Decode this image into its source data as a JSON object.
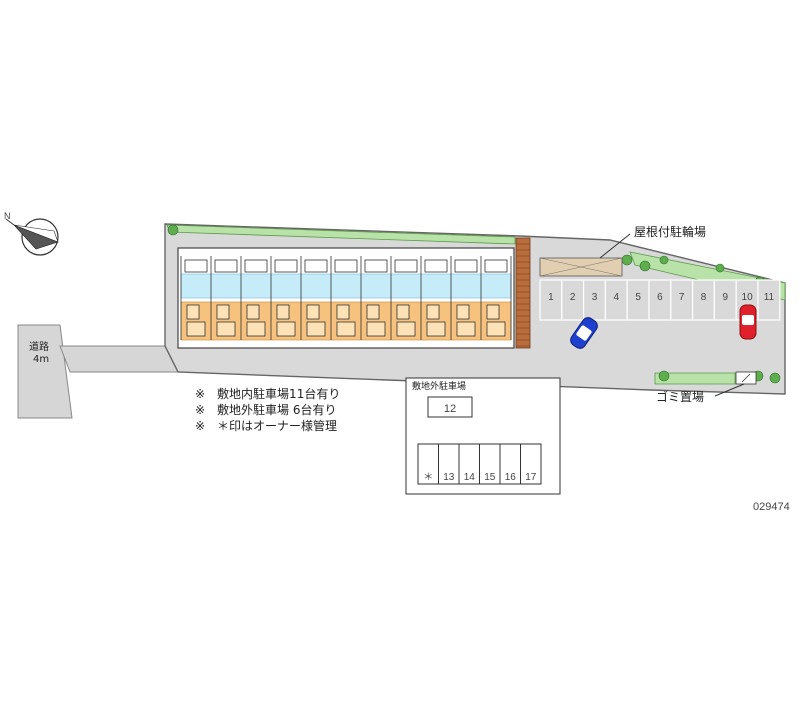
{
  "labels": {
    "road": "道路",
    "road_width": "4m",
    "bike_parking": "屋根付駐輪場",
    "garbage": "ゴミ置場",
    "offsite_title": "敷地外駐車場",
    "map_id": "029474"
  },
  "notes": [
    "※　敷地内駐車場11台有り",
    "※　敷地外駐車場 6台有り",
    "※　＊印はオーナー様管理"
  ],
  "onsite_spaces": [
    "1",
    "2",
    "3",
    "4",
    "5",
    "6",
    "7",
    "8",
    "9",
    "10",
    "11"
  ],
  "offsite_single": "12",
  "offsite_row": [
    "＊",
    "13",
    "14",
    "15",
    "16",
    "17"
  ],
  "colors": {
    "orange": "#f6c27e",
    "blue": "#c6ecfa",
    "green": "#5fae4e",
    "grass": "#b8e2a8",
    "car_blue": "#1f3fcf",
    "car_red": "#e0202a"
  },
  "icons": [
    "compass-icon",
    "blue-car-icon",
    "red-car-icon"
  ]
}
